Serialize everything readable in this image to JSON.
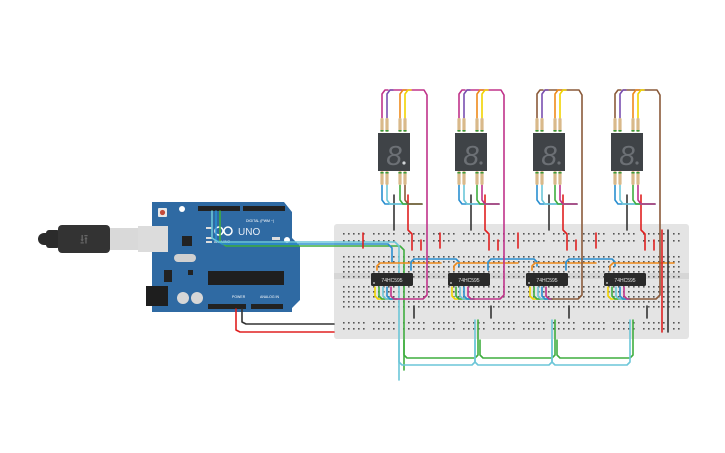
{
  "canvas": {
    "background": "#ffffff"
  },
  "arduino": {
    "logo_text": "UNO",
    "brand_text": "ARDUINO",
    "digital_label": "DIGITAL (PWM ~)",
    "power_label": "POWER",
    "analog_label": "ANALOG IN",
    "board_color": "#2f6aa3",
    "led_labels": [
      "L",
      "TX",
      "RX"
    ]
  },
  "usb_cable": {
    "icon": "usb-icon"
  },
  "breadboard": {
    "color": "#e4e4e4",
    "rail_plus": "+",
    "rail_minus": "-"
  },
  "chips": [
    {
      "label": "74HC595"
    },
    {
      "label": "74HC595"
    },
    {
      "label": "74HC595"
    },
    {
      "label": "74HC595"
    }
  ],
  "displays": [
    {
      "digit": "8"
    },
    {
      "digit": "8"
    },
    {
      "digit": "8"
    },
    {
      "digit": "8"
    }
  ],
  "wire_colors": {
    "red": "#e02020",
    "black": "#333333",
    "green": "#3fae3f",
    "cyan": "#6cc6d8",
    "blue": "#2a8fd0",
    "orange": "#ee8a1a",
    "yellow": "#f2d400",
    "magenta": "#c0338a",
    "purple": "#7a4fb0",
    "brown": "#8a5a3a"
  }
}
